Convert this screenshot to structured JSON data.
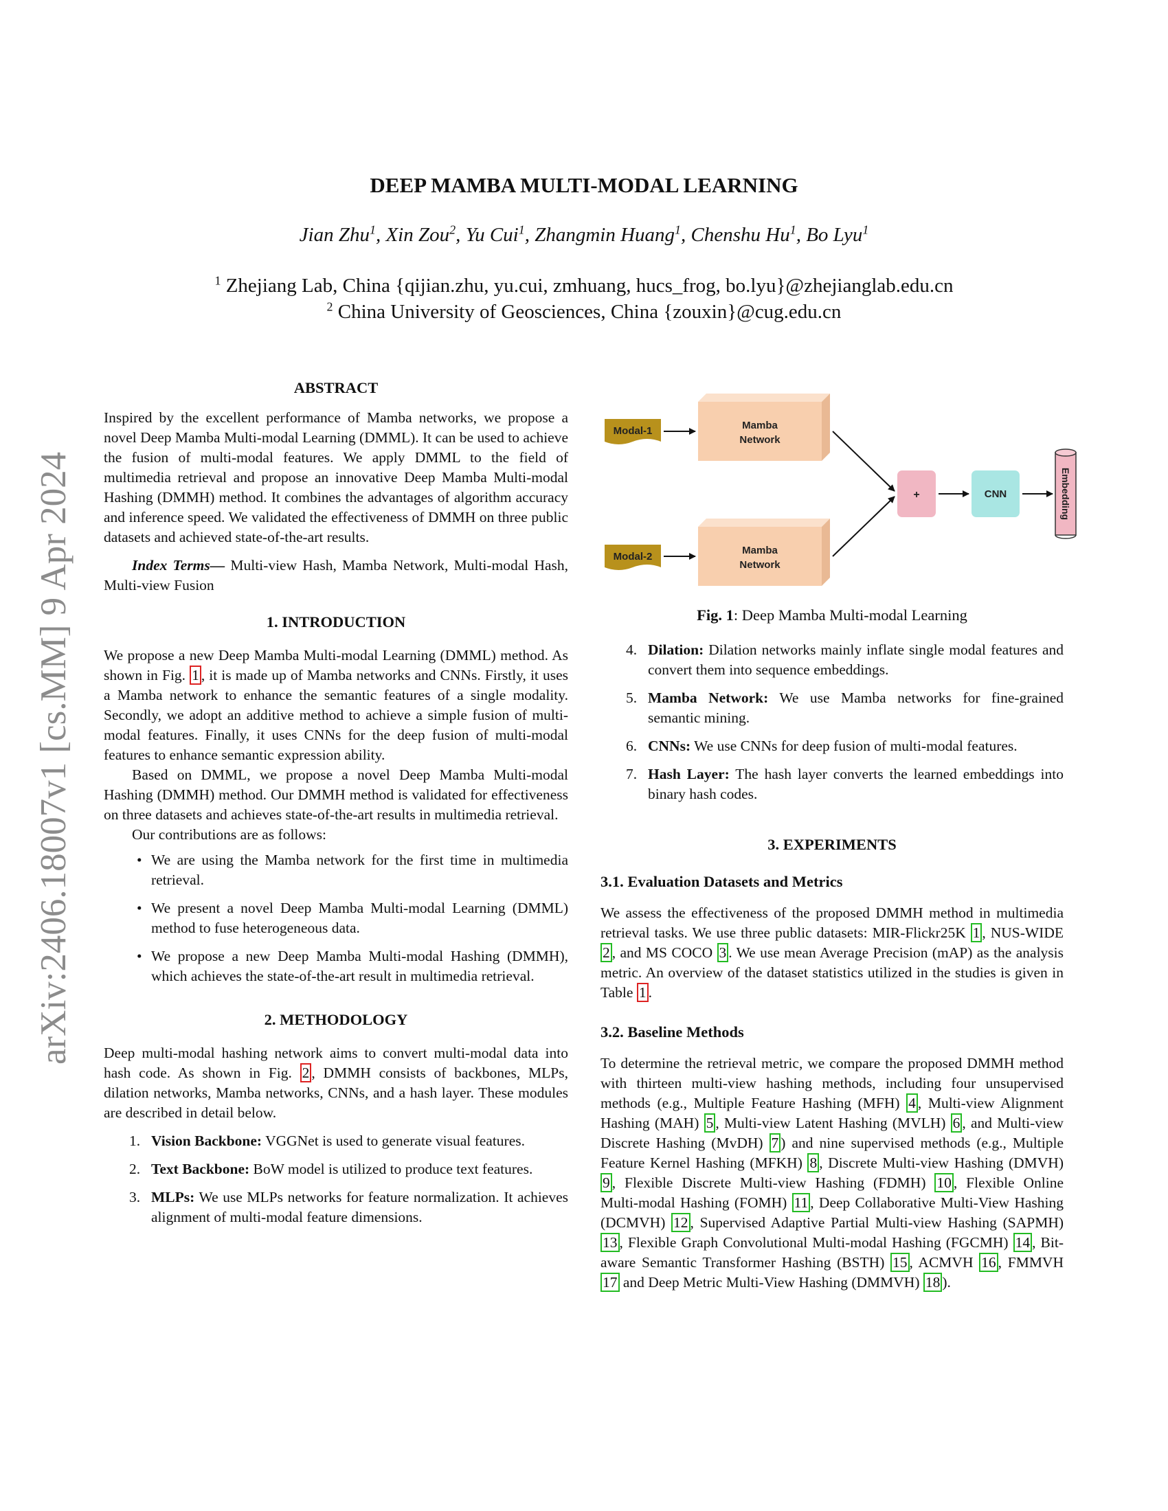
{
  "arxiv_stamp": "arXiv:2406.18007v1  [cs.MM]  9 Apr 2024",
  "title": "DEEP MAMBA MULTI-MODAL LEARNING",
  "authors": [
    {
      "name": "Jian Zhu",
      "aff": "1",
      "sep": ", "
    },
    {
      "name": "Xin Zou",
      "aff": "2",
      "sep": ", "
    },
    {
      "name": "Yu Cui",
      "aff": "1",
      "sep": ", "
    },
    {
      "name": "Zhangmin Huang",
      "aff": "1",
      "sep": ", "
    },
    {
      "name": "Chenshu Hu",
      "aff": "1",
      "sep": ", "
    },
    {
      "name": "Bo Lyu",
      "aff": "1",
      "sep": ""
    }
  ],
  "affiliations": [
    {
      "num": "1",
      "text": " Zhejiang Lab, China {qijian.zhu, yu.cui, zmhuang, hucs_frog, bo.lyu}@zhejianglab.edu.cn"
    },
    {
      "num": "2",
      "text": " China University of Geosciences, China {zouxin}@cug.edu.cn"
    }
  ],
  "abstract": {
    "heading": "ABSTRACT",
    "text": "Inspired by the excellent performance of Mamba networks, we propose a novel Deep Mamba Multi-modal Learning (DMML). It can be used to achieve the fusion of multi-modal features. We apply DMML to the field of multimedia retrieval and propose an innovative Deep Mamba Multi-modal Hashing (DMMH) method. It combines the advantages of algorithm accuracy and inference speed. We validated the effectiveness of DMMH on three public datasets and achieved state-of-the-art results.",
    "index_terms_label": "Index Terms—",
    "index_terms": " Multi-view Hash, Mamba Network, Multi-modal Hash, Multi-view Fusion"
  },
  "intro": {
    "heading": "1. INTRODUCTION",
    "p1_a": "We propose a new Deep Mamba Multi-modal Learning (DMML) method. As shown in Fig. ",
    "p1_ref": "1",
    "p1_b": ", it is made up of Mamba networks and CNNs. Firstly, it uses a Mamba network to enhance the semantic features of a single modality. Secondly, we adopt an additive method to achieve a simple fusion of multi-modal features. Finally, it uses CNNs for the deep fusion of multi-modal features to enhance semantic expression ability.",
    "p2": "Based on DMML, we propose a novel Deep Mamba Multi-modal Hashing (DMMH) method. Our DMMH method is validated for effectiveness on three datasets and achieves state-of-the-art results in multimedia retrieval.",
    "p3": "Our contributions are as follows:",
    "bullets": [
      "We are using the Mamba network for the first time in multimedia retrieval.",
      "We present a novel Deep Mamba Multi-modal Learning (DMML) method to fuse heterogeneous data.",
      "We propose a new Deep Mamba Multi-modal Hashing (DMMH), which achieves the state-of-the-art result in multimedia retrieval."
    ]
  },
  "method": {
    "heading": "2. METHODOLOGY",
    "p1_a": "Deep multi-modal hashing network aims to convert multi-modal data into hash code. As shown in Fig. ",
    "p1_ref": "2",
    "p1_b": ", DMMH consists of backbones, MLPs, dilation networks, Mamba networks, CNNs, and a hash layer. These modules are described in detail below.",
    "items": [
      {
        "num": "1.",
        "label": "Vision Backbone:",
        "text": " VGGNet is used to generate visual features."
      },
      {
        "num": "2.",
        "label": "Text Backbone:",
        "text": " BoW model is utilized to produce text features."
      },
      {
        "num": "3.",
        "label": "MLPs:",
        "text": " We use MLPs networks for feature normalization. It achieves alignment of multi-modal feature dimensions."
      },
      {
        "num": "4.",
        "label": "Dilation:",
        "text": " Dilation networks mainly inflate single modal features and convert them into sequence embeddings."
      },
      {
        "num": "5.",
        "label": "Mamba Network:",
        "text": " We use Mamba networks for fine-grained semantic mining."
      },
      {
        "num": "6.",
        "label": "CNNs:",
        "text": " We use CNNs for deep fusion of multi-modal features."
      },
      {
        "num": "7.",
        "label": "Hash Layer:",
        "text": " The hash layer converts the learned embeddings into binary hash codes."
      }
    ]
  },
  "figure": {
    "modal1": "Modal-1",
    "modal2": "Modal-2",
    "mamba_line1": "Mamba",
    "mamba_line2": "Network",
    "plus": "+",
    "cnn": "CNN",
    "embedding": "Embedding",
    "caption_label": "Fig. 1",
    "caption_text": ": Deep Mamba Multi-modal Learning",
    "colors": {
      "modal": "#b8911c",
      "mamba_front": "#f8cfae",
      "mamba_side": "#e9b994",
      "plus": "#f1b7c3",
      "cnn": "#a9e6e3",
      "embedding": "#f1b7c3"
    }
  },
  "experiments": {
    "heading": "3. EXPERIMENTS",
    "sub1": "3.1. Evaluation Datasets and Metrics",
    "sub1_parts": [
      {
        "t": "We assess the effectiveness of the proposed DMMH method in multimedia retrieval tasks. We use three public datasets: MIR-Flickr25K "
      },
      {
        "r": "1"
      },
      {
        "t": ", NUS-WIDE "
      },
      {
        "r": "2"
      },
      {
        "t": ", and MS COCO "
      },
      {
        "r": "3"
      },
      {
        "t": ". We use mean Average Precision (mAP) as the analysis metric. An overview of the dataset statistics utilized in the studies is given in Table "
      },
      {
        "rr": "1"
      },
      {
        "t": "."
      }
    ],
    "sub2": "3.2. Baseline Methods",
    "sub2_parts": [
      {
        "t": "To determine the retrieval metric, we compare the proposed DMMH method with thirteen multi-view hashing methods, including four unsupervised methods (e.g., Multiple Feature Hashing (MFH) "
      },
      {
        "r": "4"
      },
      {
        "t": ", Multi-view Alignment Hashing (MAH) "
      },
      {
        "r": "5"
      },
      {
        "t": ", Multi-view Latent Hashing (MVLH) "
      },
      {
        "r": "6"
      },
      {
        "t": ", and Multi-view Discrete Hashing (MvDH) "
      },
      {
        "r": "7"
      },
      {
        "t": ") and nine supervised methods (e.g., Multiple Feature Kernel Hashing (MFKH) "
      },
      {
        "r": "8"
      },
      {
        "t": ", Discrete Multi-view Hashing (DMVH) "
      },
      {
        "r": "9"
      },
      {
        "t": ", Flexible Discrete Multi-view Hashing (FDMH) "
      },
      {
        "r": "10"
      },
      {
        "t": ", Flexible Online Multi-modal Hashing (FOMH) "
      },
      {
        "r": "11"
      },
      {
        "t": ", Deep Collaborative Multi-View Hashing (DCMVH) "
      },
      {
        "r": "12"
      },
      {
        "t": ", Supervised Adaptive Partial Multi-view Hashing (SAPMH) "
      },
      {
        "r": "13"
      },
      {
        "t": ", Flexible Graph Convolutional Multi-modal Hashing (FGCMH) "
      },
      {
        "r": "14"
      },
      {
        "t": ", Bit-aware Semantic Transformer Hashing (BSTH) "
      },
      {
        "r": "15"
      },
      {
        "t": ", ACMVH "
      },
      {
        "r": "16"
      },
      {
        "t": ", FMMVH "
      },
      {
        "r": "17"
      },
      {
        "t": " and Deep Metric Multi-View Hashing (DMMVH) "
      },
      {
        "r": "18"
      },
      {
        "t": ")."
      }
    ]
  }
}
